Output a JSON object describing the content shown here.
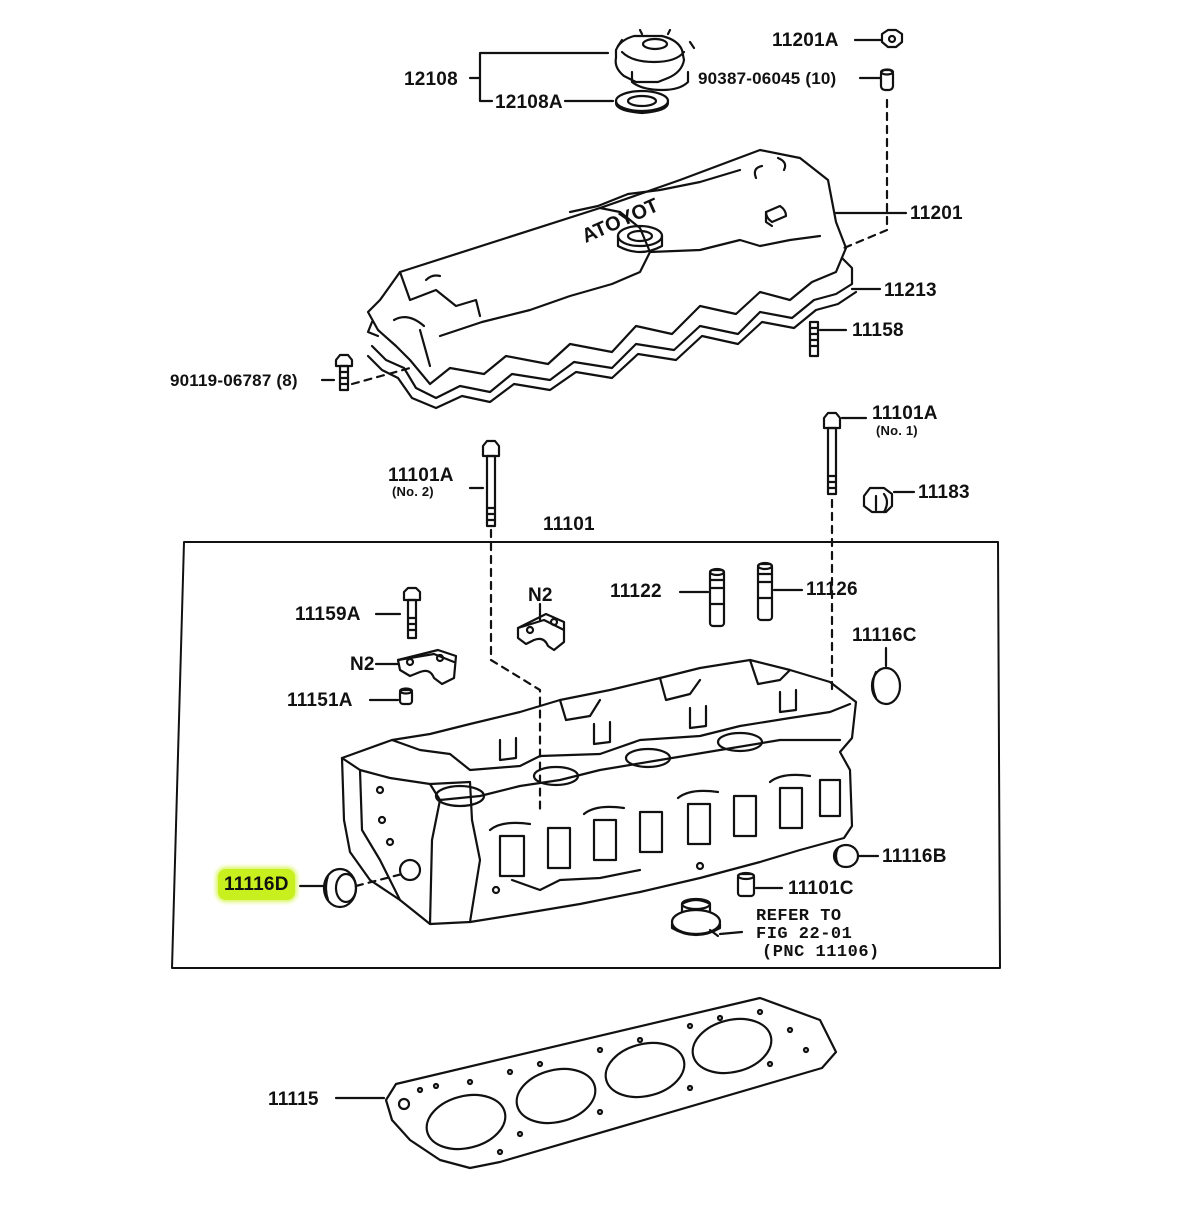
{
  "diagram": {
    "brand": "TOYOTA",
    "highlight_color": "#c8ef1e",
    "line_color": "#111111",
    "group_label": "11101",
    "parts": {
      "p12108": "12108",
      "p12108A": "12108A",
      "p11201A": "11201A",
      "p90387": "90387-06045 (10)",
      "p11201": "11201",
      "p11213": "11213",
      "p11158": "11158",
      "p90119": "90119-06787 (8)",
      "p11101A_1": "11101A",
      "p11101A_1_note": "(No. 1)",
      "p11101A_2": "11101A",
      "p11101A_2_note": "(No. 2)",
      "p11183": "11183",
      "p11122": "11122",
      "p11126": "11126",
      "pN2_a": "N2",
      "pN2_b": "N2",
      "p11159A": "11159A",
      "p11116C": "11116C",
      "p11151A": "11151A",
      "p11116B": "11116B",
      "p11116D": "11116D",
      "p11101C": "11101C",
      "p11115": "11115"
    },
    "refer": {
      "line1": "REFER TO",
      "line2": "FIG 22-01",
      "line3": "(PNC 11106)"
    }
  }
}
